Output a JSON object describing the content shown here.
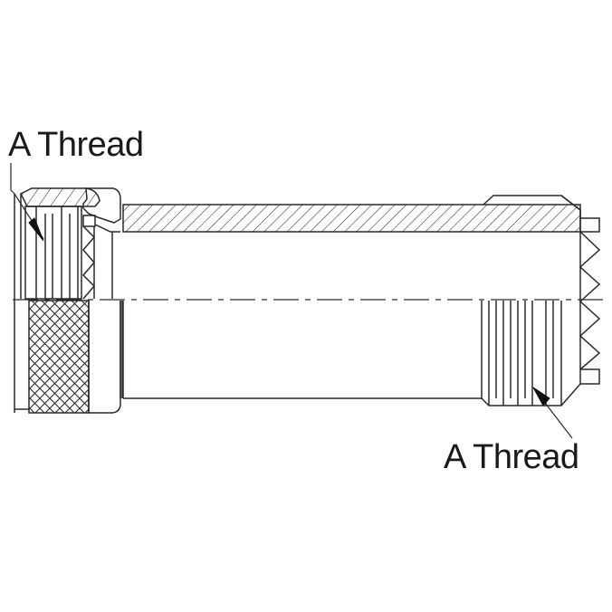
{
  "diagram": {
    "subject": "threaded connector adapter, half-section view",
    "labels": {
      "top_left": "A Thread",
      "bottom_right": "A Thread"
    },
    "colors": {
      "line": "#2a2a2a",
      "background": "#ffffff",
      "text": "#1a1a1a"
    },
    "features": [
      {
        "name": "coupling-nut",
        "pattern": "knurled"
      },
      {
        "name": "body-wall",
        "pattern": "section-hatch"
      },
      {
        "name": "left-internal-thread",
        "label": "A Thread"
      },
      {
        "name": "right-external-thread",
        "label": "A Thread"
      },
      {
        "name": "centerline",
        "style": "dash-dot"
      }
    ]
  }
}
